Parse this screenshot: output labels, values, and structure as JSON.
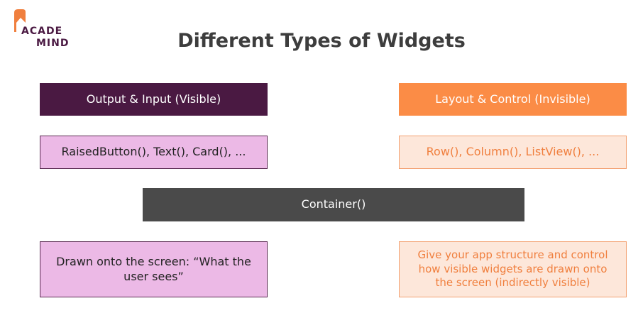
{
  "logo": {
    "line1": "ACADE",
    "line2": "MIND",
    "color": "#4a1942",
    "accent": "#f07f3e"
  },
  "title": "Different Types of Widgets",
  "left": {
    "header": "Output & Input (Visible)",
    "examples": "RaisedButton(), Text(), Card(), ...",
    "description": "Drawn onto the screen: “What the user sees”"
  },
  "right": {
    "header": "Layout & Control (Invisible)",
    "examples": "Row(), Column(), ListView(), ...",
    "description": "Give your app structure and control how visible widgets are drawn onto the screen (indirectly visible)"
  },
  "center": {
    "label": "Container()"
  },
  "colors": {
    "purple_dark": "#4a1942",
    "purple_light": "#ecb9e6",
    "orange": "#fb8c46",
    "orange_light": "#fde7da",
    "gray_dark": "#4a4a4a"
  }
}
